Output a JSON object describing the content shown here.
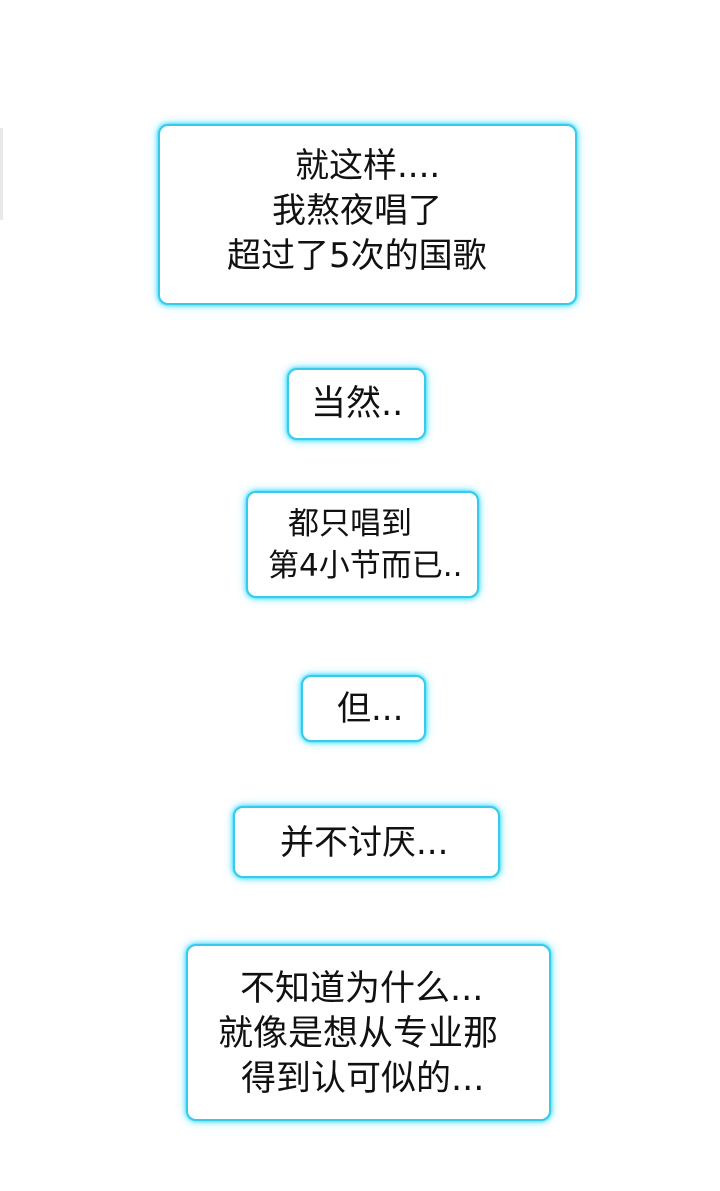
{
  "dialogue": {
    "bubbles": [
      {
        "lines": [
          "就这样....",
          "我熬夜唱了",
          "超过了5次的国歌"
        ]
      },
      {
        "lines": [
          "当然.."
        ]
      },
      {
        "lines": [
          "都只唱到",
          "第4小节而已.."
        ]
      },
      {
        "lines": [
          "但..."
        ]
      },
      {
        "lines": [
          "并不讨厌..."
        ]
      },
      {
        "lines": [
          "不知道为什么...",
          "就像是想从专业那",
          "得到认可似的..."
        ]
      }
    ]
  },
  "colors": {
    "background": "#ffffff",
    "bubble_border": "#39c9ea",
    "bubble_glow": "#00daff",
    "text": "#111111"
  }
}
